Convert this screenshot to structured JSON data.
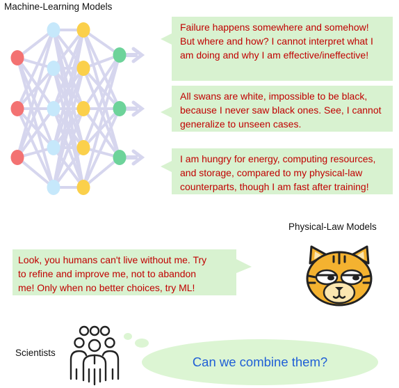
{
  "ml_title": "Machine-Learning Models",
  "pl_title": "Physical-Law Models",
  "sci_title": "Scientists",
  "bubbles": {
    "b1": [
      "Failure happens somewhere and somehow!",
      "But where and how? I cannot interpret what I",
      "am doing and why I am effective/ineffective!"
    ],
    "b2": [
      "All swans are white, impossible to be black,",
      "because I never saw black ones. See, I cannot",
      "generalize to unseen cases."
    ],
    "b3": [
      "I am hungry for energy, computing resources,",
      "and storage, compared to my physical-law",
      "counterparts, though I am fast after training!"
    ],
    "b4": [
      "Look, you humans can't live without me. Try",
      "to refine and improve me, not to abandon",
      "me! Only when no better choices, try ML!"
    ]
  },
  "thought": "Can we combine them?",
  "colors": {
    "input_node": "#f37272",
    "hidden1_node": "#c6e8fb",
    "hidden2_node": "#fbd04b",
    "output_node": "#6dd39a",
    "edge": "#d6d6ee",
    "bubble_bg": "#d8f2d0",
    "bubble_text": "#c00000",
    "thought_text": "#1f5fd6"
  },
  "icons": [
    "neural-network-icon",
    "tiger-face-icon",
    "group-of-people-icon"
  ]
}
